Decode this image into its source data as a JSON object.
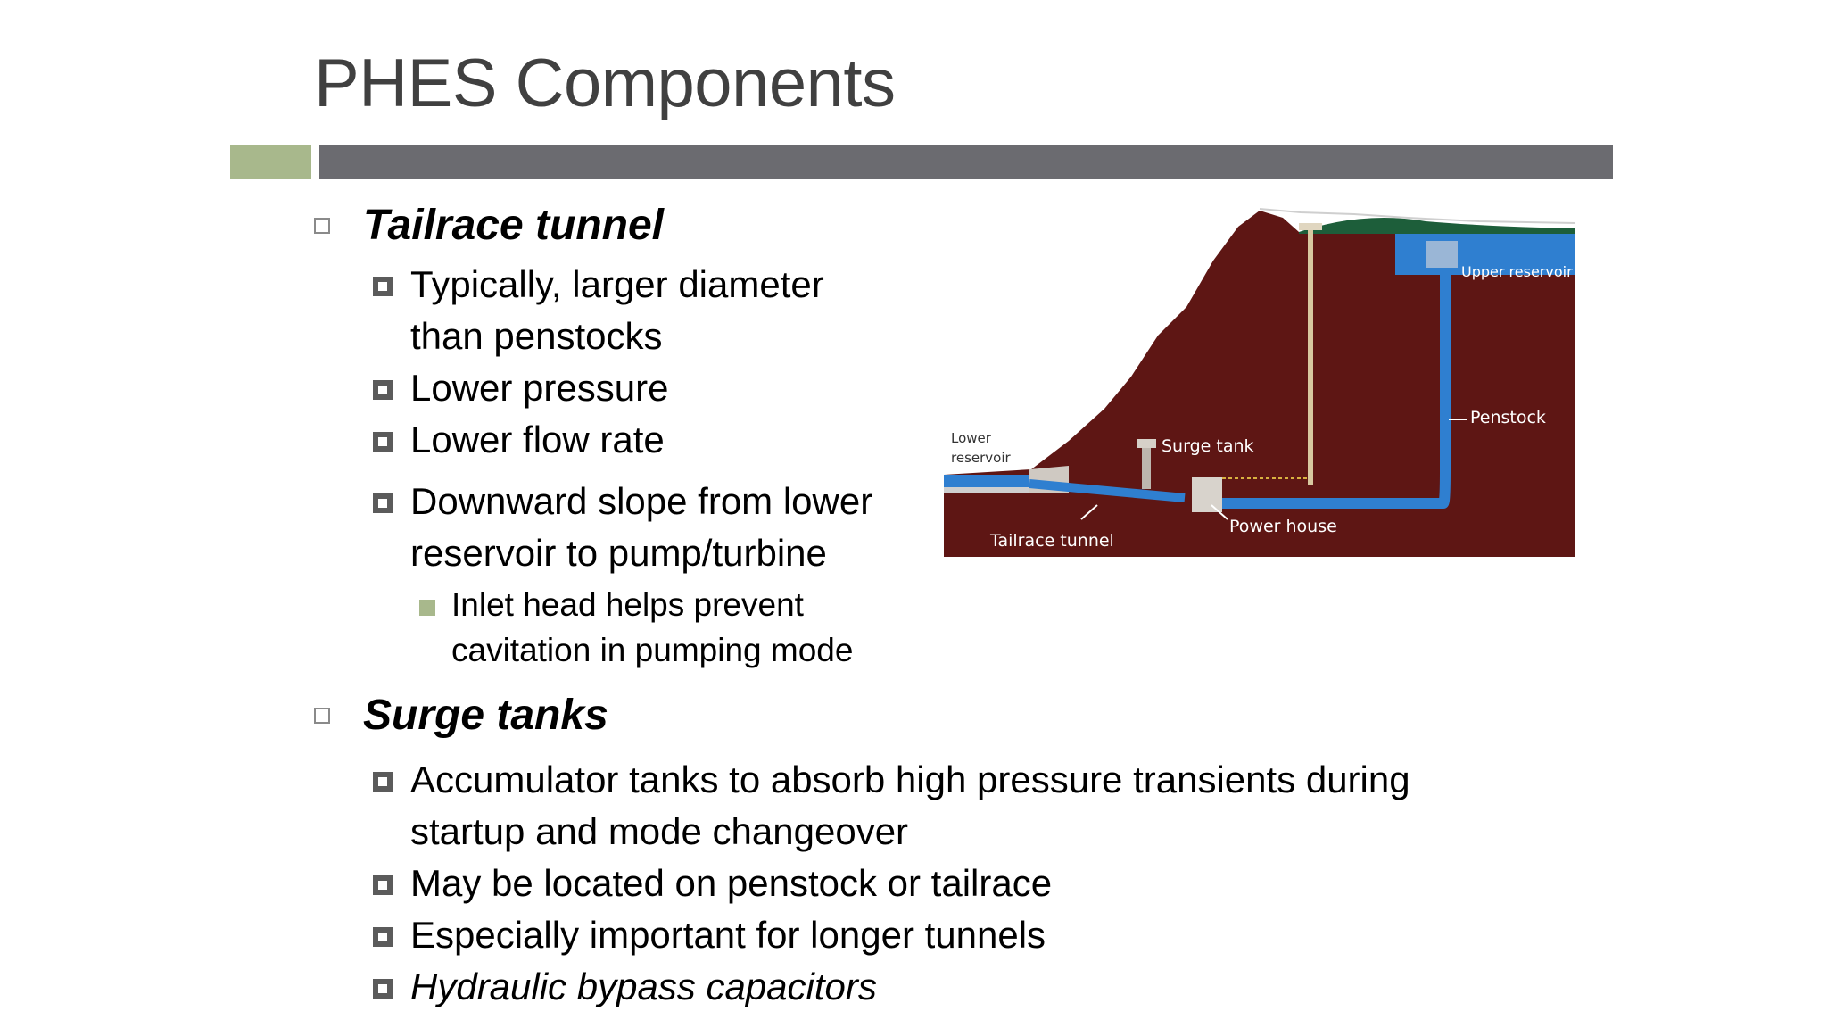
{
  "slide": {
    "title": "PHES Components"
  },
  "sections": [
    {
      "heading": "Tailrace tunnel",
      "bullets": [
        {
          "lines": [
            "Typically, larger diameter",
            "than penstocks"
          ]
        },
        {
          "lines": [
            "Lower pressure"
          ]
        },
        {
          "lines": [
            "Lower flow rate"
          ]
        },
        {
          "lines": [
            "Downward slope from lower",
            "reservoir to pump/turbine"
          ],
          "sub": {
            "lines": [
              "Inlet head helps prevent",
              "cavitation in pumping mode"
            ]
          }
        }
      ]
    },
    {
      "heading": "Surge tanks",
      "bullets": [
        {
          "lines": [
            "Accumulator tanks to absorb high pressure transients during",
            "startup and mode changeover"
          ]
        },
        {
          "lines": [
            "May be located on penstock or tailrace"
          ]
        },
        {
          "lines": [
            "Especially important for longer tunnels"
          ]
        },
        {
          "lines": [
            "Hydraulic bypass capacitors"
          ]
        }
      ]
    }
  ],
  "diagram": {
    "labels": {
      "upper_reservoir": "Upper reservoir",
      "penstock": "Penstock",
      "surge_tank": "Surge tank",
      "lower_reservoir_1": "Lower",
      "lower_reservoir_2": "reservoir",
      "power_house": "Power house",
      "tailrace_tunnel": "Tailrace tunnel"
    },
    "colors": {
      "rock": "#5e1614",
      "water": "#2f7fd0",
      "sky_text": "#ffffff"
    }
  }
}
